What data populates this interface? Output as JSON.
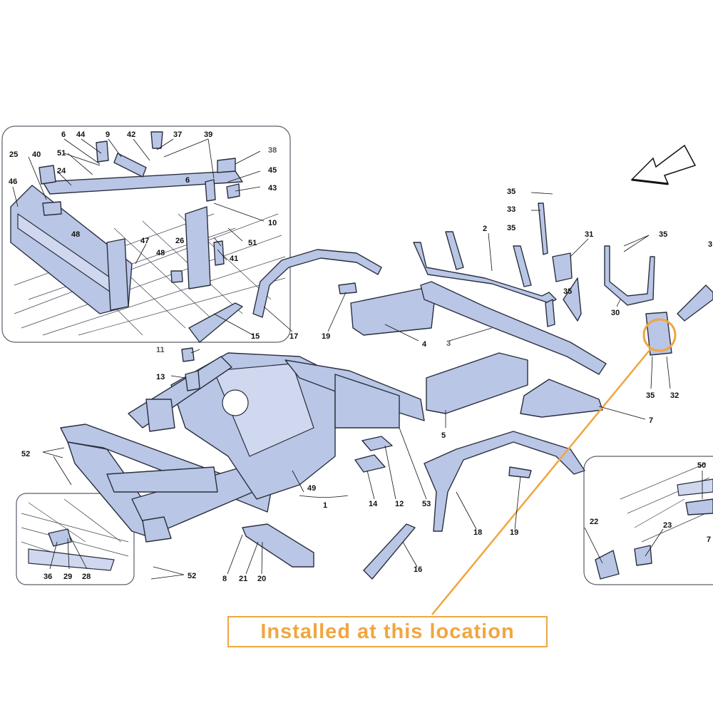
{
  "annotation": {
    "text": "Installed at this location",
    "color": "#f0a640"
  },
  "colors": {
    "part_fill": "#b9c6e6",
    "outline": "#2a2f3d",
    "highlight": "#f0a640"
  },
  "icons": {
    "direction": "arrow-icon"
  },
  "callouts": {
    "c1": "1",
    "c2": "2",
    "c3": "3",
    "c4": "4",
    "c5": "5",
    "c6a": "6",
    "c6b": "6",
    "c7a": "7",
    "c7b": "7",
    "c8": "8",
    "c9": "9",
    "c10": "10",
    "c11": "11",
    "c12": "12",
    "c13": "13",
    "c14": "14",
    "c15": "15",
    "c16": "16",
    "c17": "17",
    "c18": "18",
    "c19a": "19",
    "c19b": "19",
    "c20": "20",
    "c21": "21",
    "c22": "22",
    "c23": "23",
    "c24": "24",
    "c25": "25",
    "c26": "26",
    "c28": "28",
    "c29": "29",
    "c30": "30",
    "c31": "31",
    "c32": "32",
    "c33": "33",
    "c35a": "35",
    "c35b": "35",
    "c35c": "35",
    "c35d": "35",
    "c35e": "35",
    "c36": "36",
    "c37": "37",
    "c38": "38",
    "c39": "39",
    "c40": "40",
    "c41": "41",
    "c42": "42",
    "c43": "43",
    "c44": "44",
    "c45": "45",
    "c46": "46",
    "c47": "47",
    "c48a": "48",
    "c48b": "48",
    "c49": "49",
    "c50": "50",
    "c51a": "51",
    "c51b": "51",
    "c52a": "52",
    "c52b": "52",
    "c53": "53",
    "c3r": "3"
  }
}
